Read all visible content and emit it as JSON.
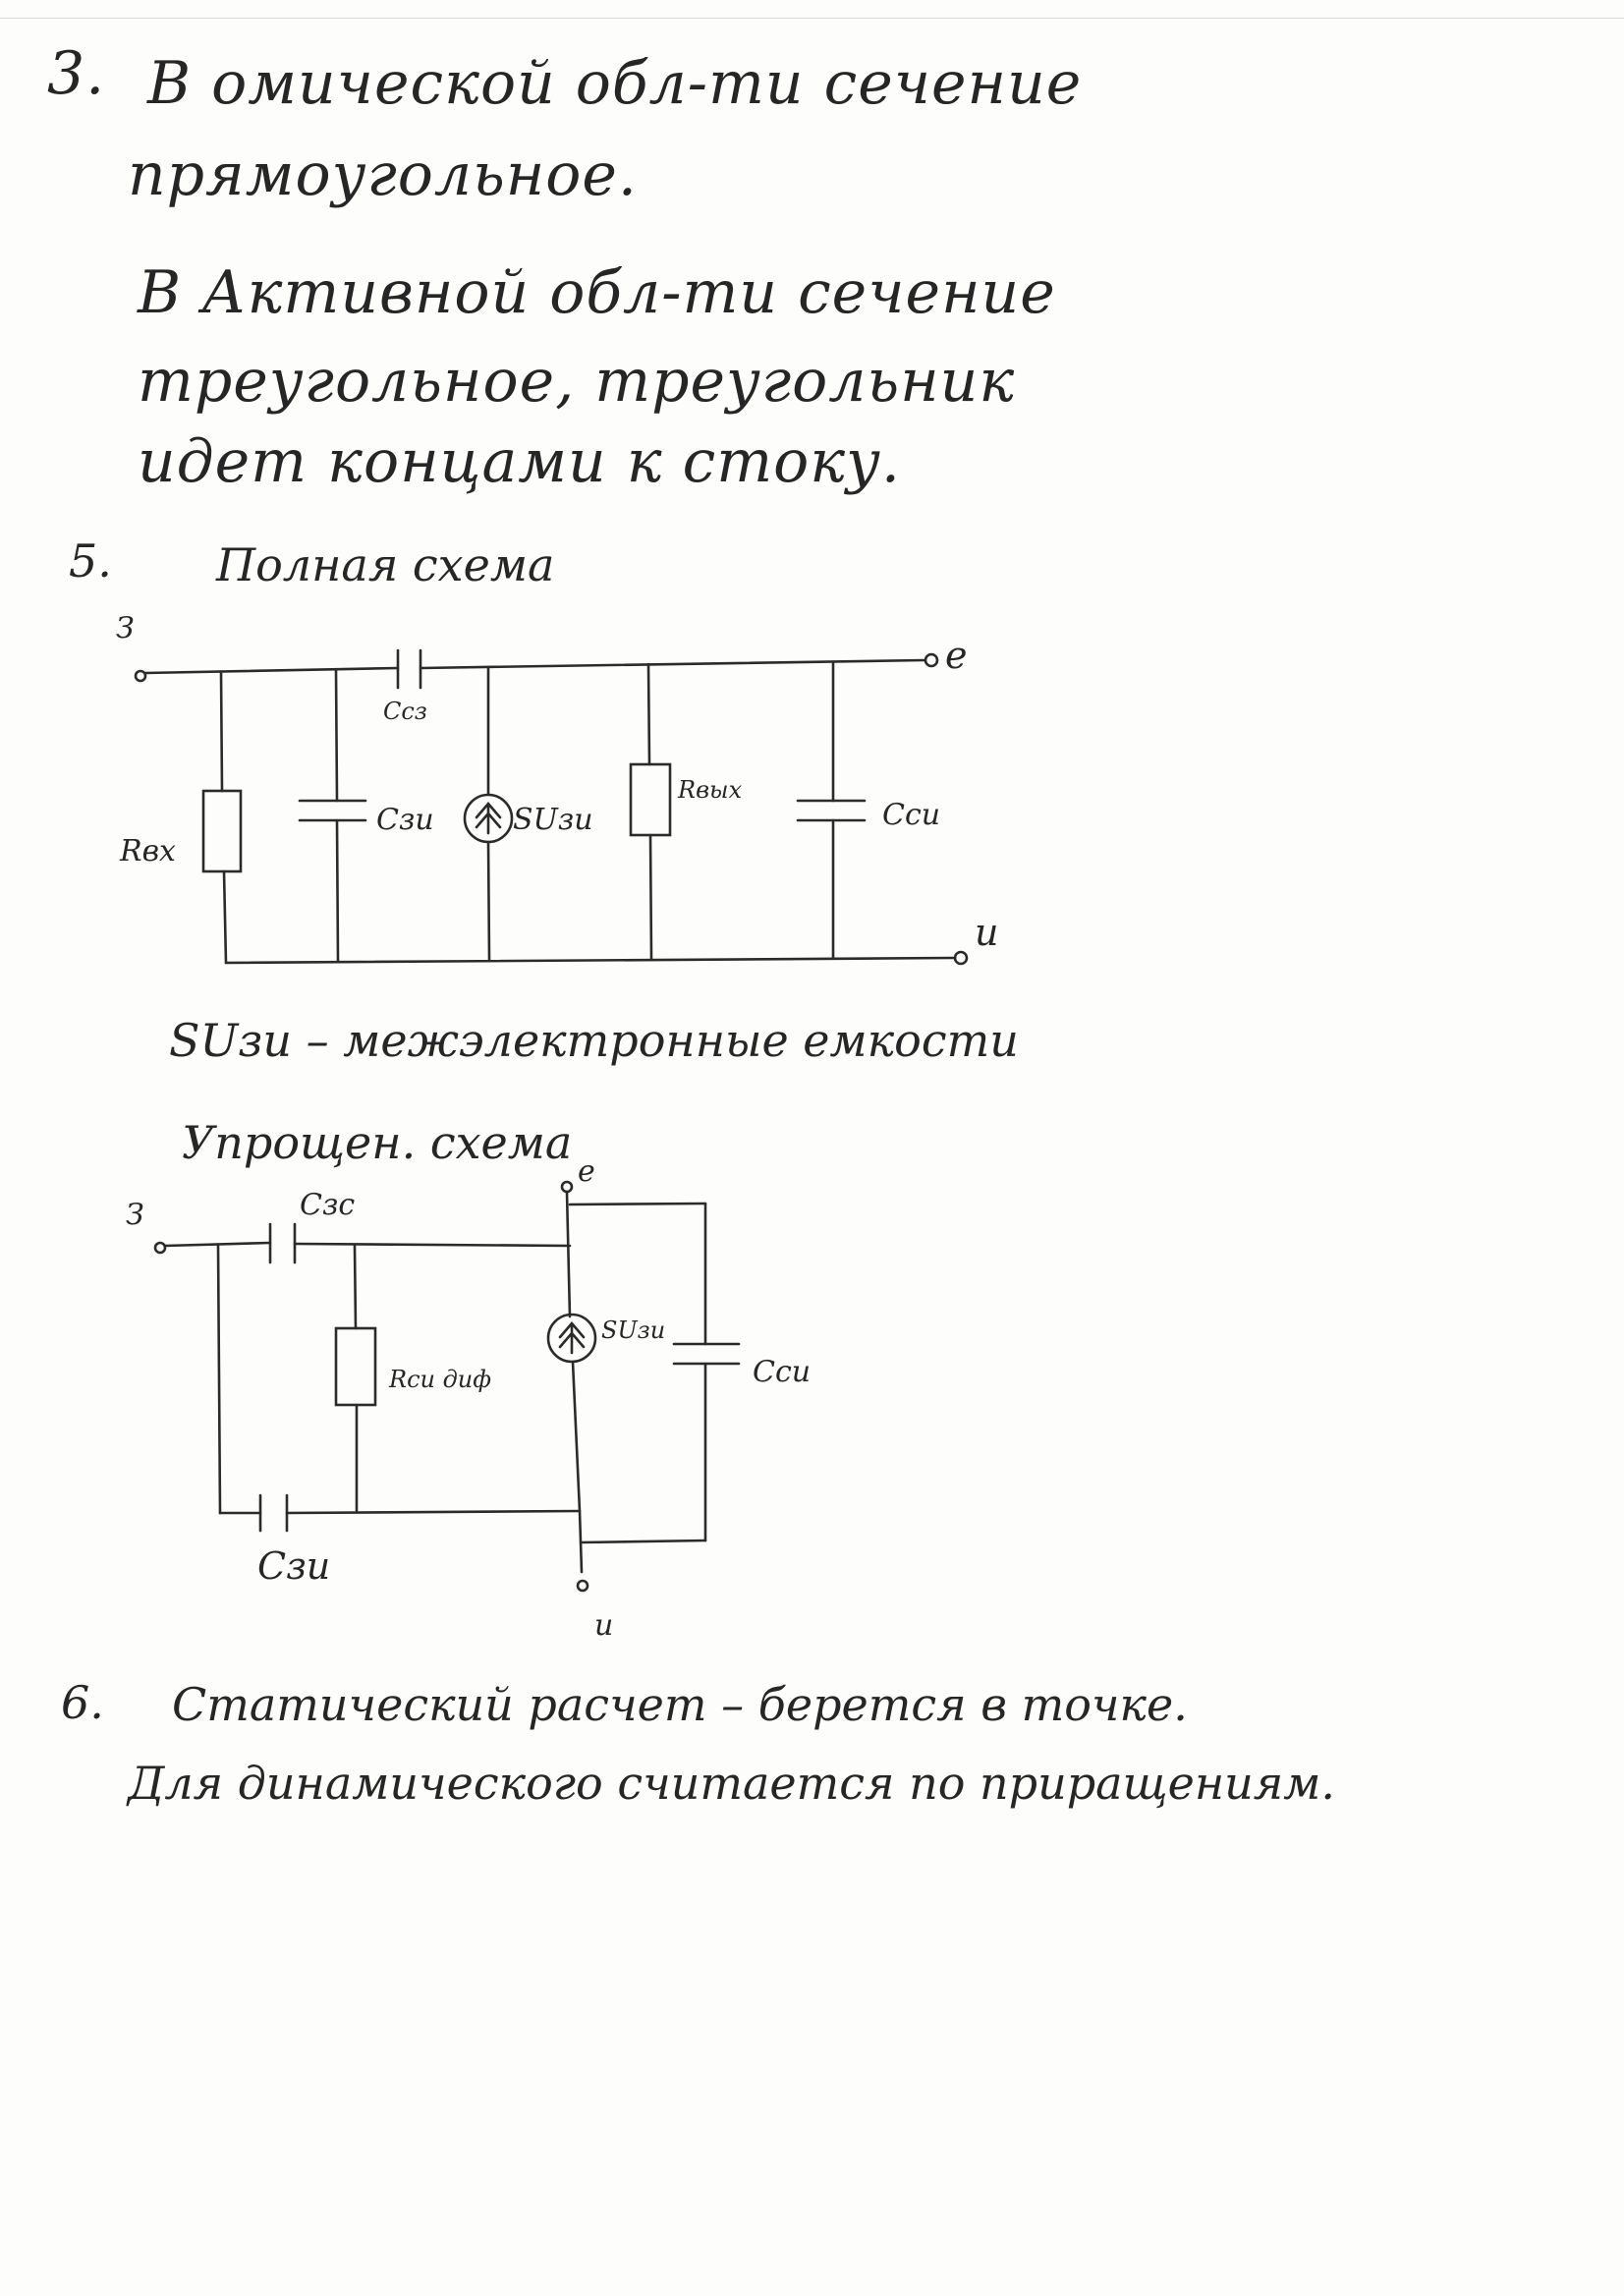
{
  "section3": {
    "number": "3.",
    "line1": "В омической обл-ти сечение",
    "line2": "прямоугольное.",
    "line3": "В Активной обл-ти сечение",
    "line4": "треугольное, треугольник",
    "line5": "идет концами к стоку."
  },
  "section5": {
    "number": "5.",
    "title": "Полная схема",
    "full_circuit": {
      "gate": "З",
      "source": "е",
      "drain": "и",
      "c_gs": "Ссз",
      "r_in": "Rвх",
      "c_gi": "Сзи",
      "current_source": "SUзи",
      "r_out": "Rвых",
      "c_si": "Сси"
    },
    "caption": "SUзи – межэлектронные емкости",
    "simplified_title": "Упрощен. схема",
    "simplified_circuit": {
      "gate": "З",
      "source": "е",
      "drain": "и",
      "c_zc": "Сзс",
      "r_diff": "Rси диф",
      "current_source": "SUзи",
      "c_si": "Сси",
      "c_zi": "Сзи"
    }
  },
  "section6": {
    "number": "6.",
    "line1": "Статический расчет – берется в точке.",
    "line2": "Для динамического считается по приращениям."
  }
}
